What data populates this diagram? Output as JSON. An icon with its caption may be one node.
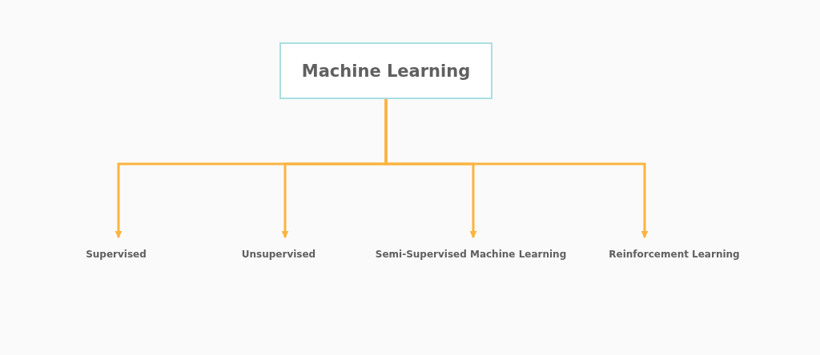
{
  "diagram": {
    "nodes": [
      {
        "text": [
          "Machine Learning"
        ]
      },
      {
        "text": [
          "Supervised"
        ]
      },
      {
        "text": [
          "Unsupervised"
        ]
      },
      {
        "text": [
          "Semi-Supervised Machine Learning"
        ]
      },
      {
        "text": [
          "Reinforcement Learning"
        ]
      }
    ],
    "edges": [
      {
        "from": 0,
        "to": 1,
        "arrow": "to"
      },
      {
        "from": 0,
        "to": 2,
        "arrow": "to"
      },
      {
        "from": 0,
        "to": 3,
        "arrow": "to"
      },
      {
        "from": 0,
        "to": 4,
        "arrow": "to"
      }
    ]
  }
}
